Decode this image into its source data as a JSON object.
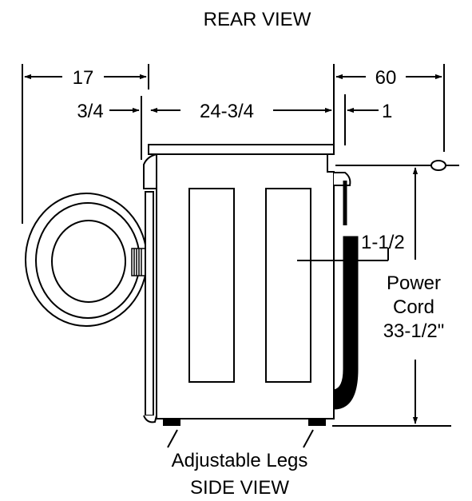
{
  "titles": {
    "top": "REAR VIEW",
    "bottom": "SIDE VIEW"
  },
  "dimensions": {
    "depth_total": "17",
    "door_offset": "3/4",
    "cabinet_depth": "24-3/4",
    "rear_clearance": "60",
    "rear_gap": "1",
    "cord_offset": "1-1/2"
  },
  "power_cord": {
    "line1": "Power",
    "line2": "Cord",
    "line3": "33-1/2\""
  },
  "legs_label": "Adjustable Legs"
}
